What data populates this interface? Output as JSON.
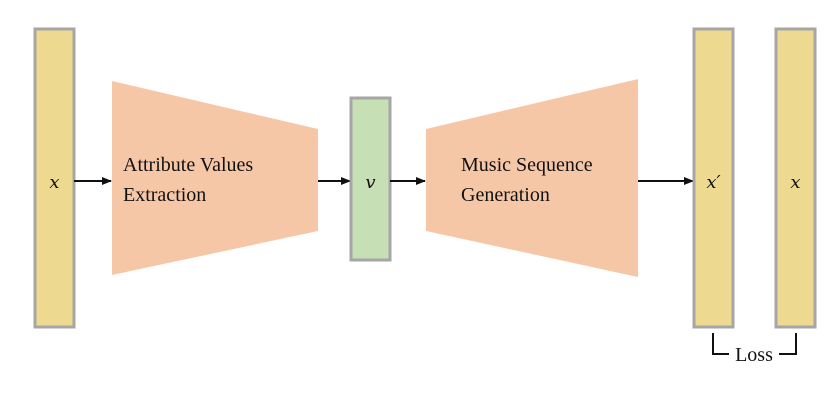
{
  "nodes": {
    "input_x": {
      "label": "x"
    },
    "encoder": {
      "line1": "Attribute Values",
      "line2": "Extraction"
    },
    "latent_v": {
      "label": "v"
    },
    "decoder": {
      "line1": "Music Sequence",
      "line2": "Generation"
    },
    "output_x_prime": {
      "label": "x′"
    },
    "target_x": {
      "label": "x"
    }
  },
  "loss": {
    "label": "Loss"
  },
  "colors": {
    "yellow_fill": "#EDD98F",
    "green_fill": "#C6DFB5",
    "orange_fill": "#F6C7A7",
    "border": "#A6A6A6",
    "arrow": "#111111"
  }
}
